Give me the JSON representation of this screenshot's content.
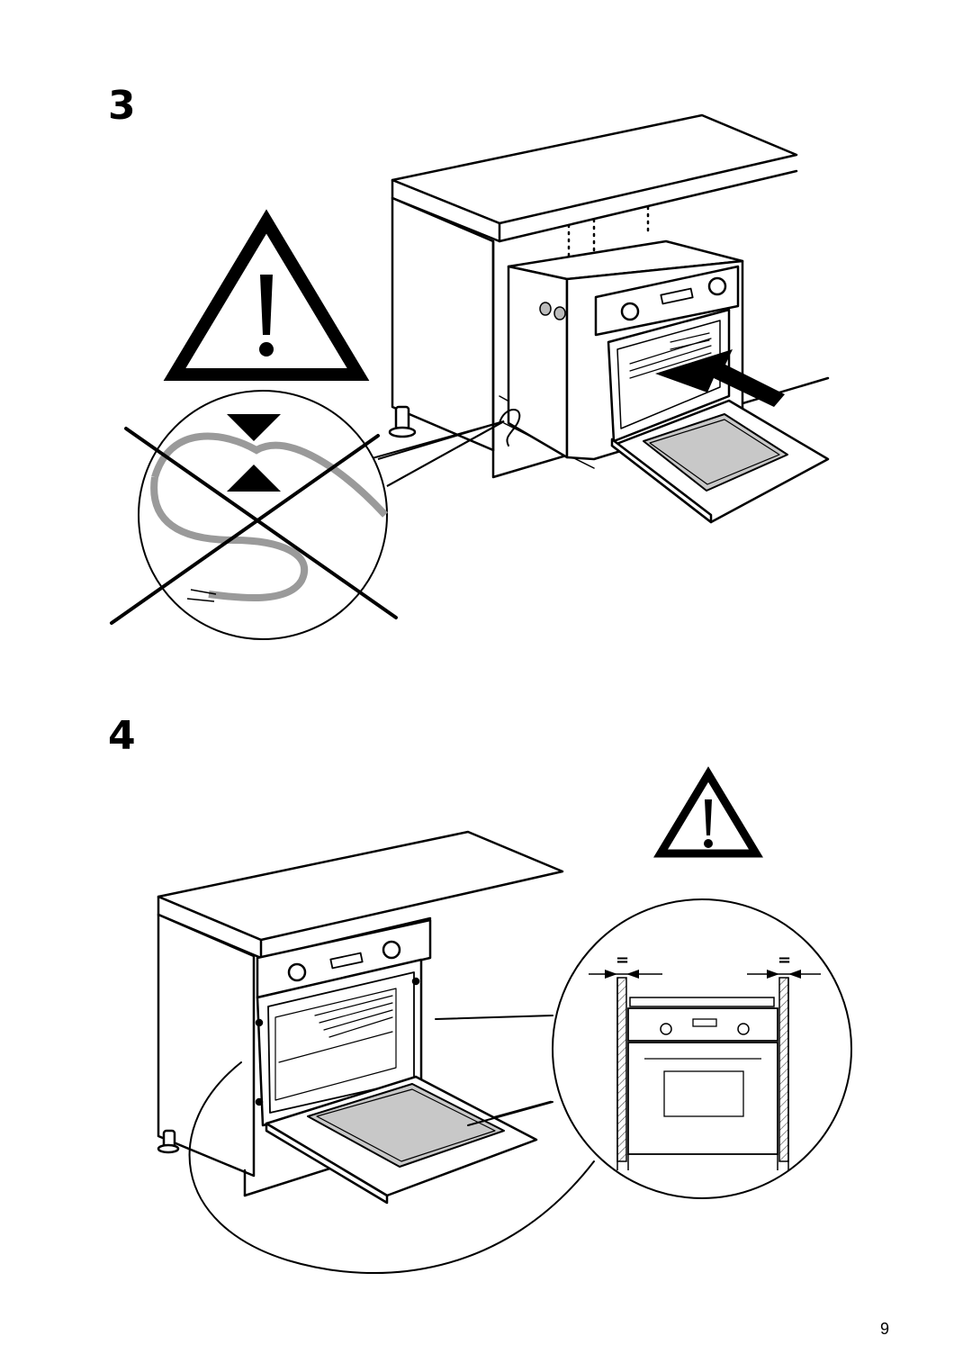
{
  "steps": [
    {
      "number": "3"
    },
    {
      "number": "4"
    }
  ],
  "icons": {
    "warning": "warning-triangle-icon",
    "no_cable_pinch": "crossed-out-cable-icon",
    "push_arrow": "push-arrow-icon"
  },
  "detail": {
    "left_gap_label": "=",
    "right_gap_label": "="
  },
  "page_number": "9"
}
